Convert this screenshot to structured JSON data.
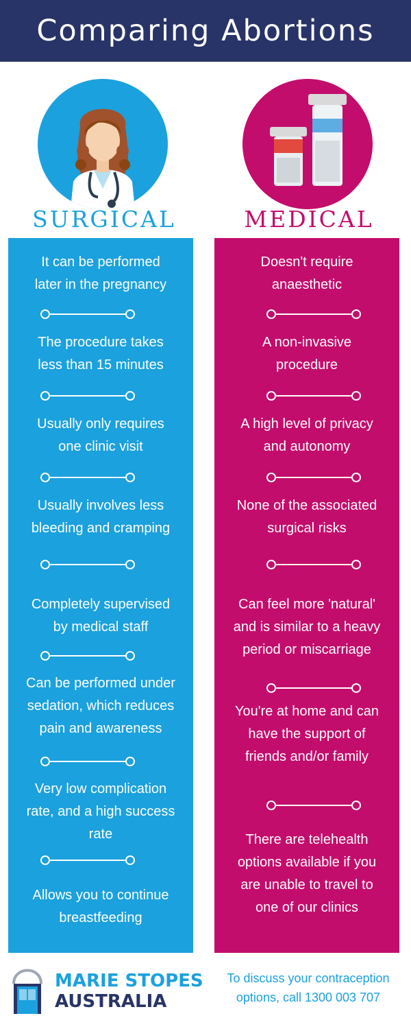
{
  "header": {
    "title": "Comparing Abortions"
  },
  "colors": {
    "navy": "#283467",
    "surgical": "#1ba1dd",
    "medical": "#c30d6c"
  },
  "surgical": {
    "title": "SURGICAL",
    "icon": "doctor-icon",
    "items": [
      [
        "It can be performed",
        "later in the pregnancy"
      ],
      [
        "The procedure takes",
        "less than 15 minutes"
      ],
      [
        "Usually only requires",
        "one clinic visit"
      ],
      [
        "Usually involves less",
        "bleeding and cramping"
      ],
      [
        "Completely supervised",
        "by medical staff"
      ],
      [
        "Can be performed under",
        "sedation, which reduces",
        "pain and awareness"
      ],
      [
        "Very low complication",
        "rate, and a high success",
        "rate"
      ],
      [
        "Allows you to continue",
        "breastfeeding"
      ]
    ]
  },
  "medical": {
    "title": "MEDICAL",
    "icon": "pill-bottles-icon",
    "items": [
      [
        "Doesn't require",
        "anaesthetic"
      ],
      [
        "A non-invasive",
        "procedure"
      ],
      [
        "A high level of privacy",
        "and autonomy"
      ],
      [
        "None of the associated",
        "surgical risks"
      ],
      [
        "Can feel more 'natural'",
        "and is similar to a heavy",
        "period or miscarriage"
      ],
      [
        "You're at home and can",
        "have the support of",
        "friends and/or family"
      ],
      [
        "There are telehealth",
        "options available if you",
        "are unable to travel to",
        "one of our clinics"
      ]
    ]
  },
  "footer": {
    "brand_line1": "MARIE STOPES",
    "brand_line2": "AUSTRALIA",
    "contact_line1": "To discuss your contraception",
    "contact_line2": "options, call 1300 003 707"
  }
}
